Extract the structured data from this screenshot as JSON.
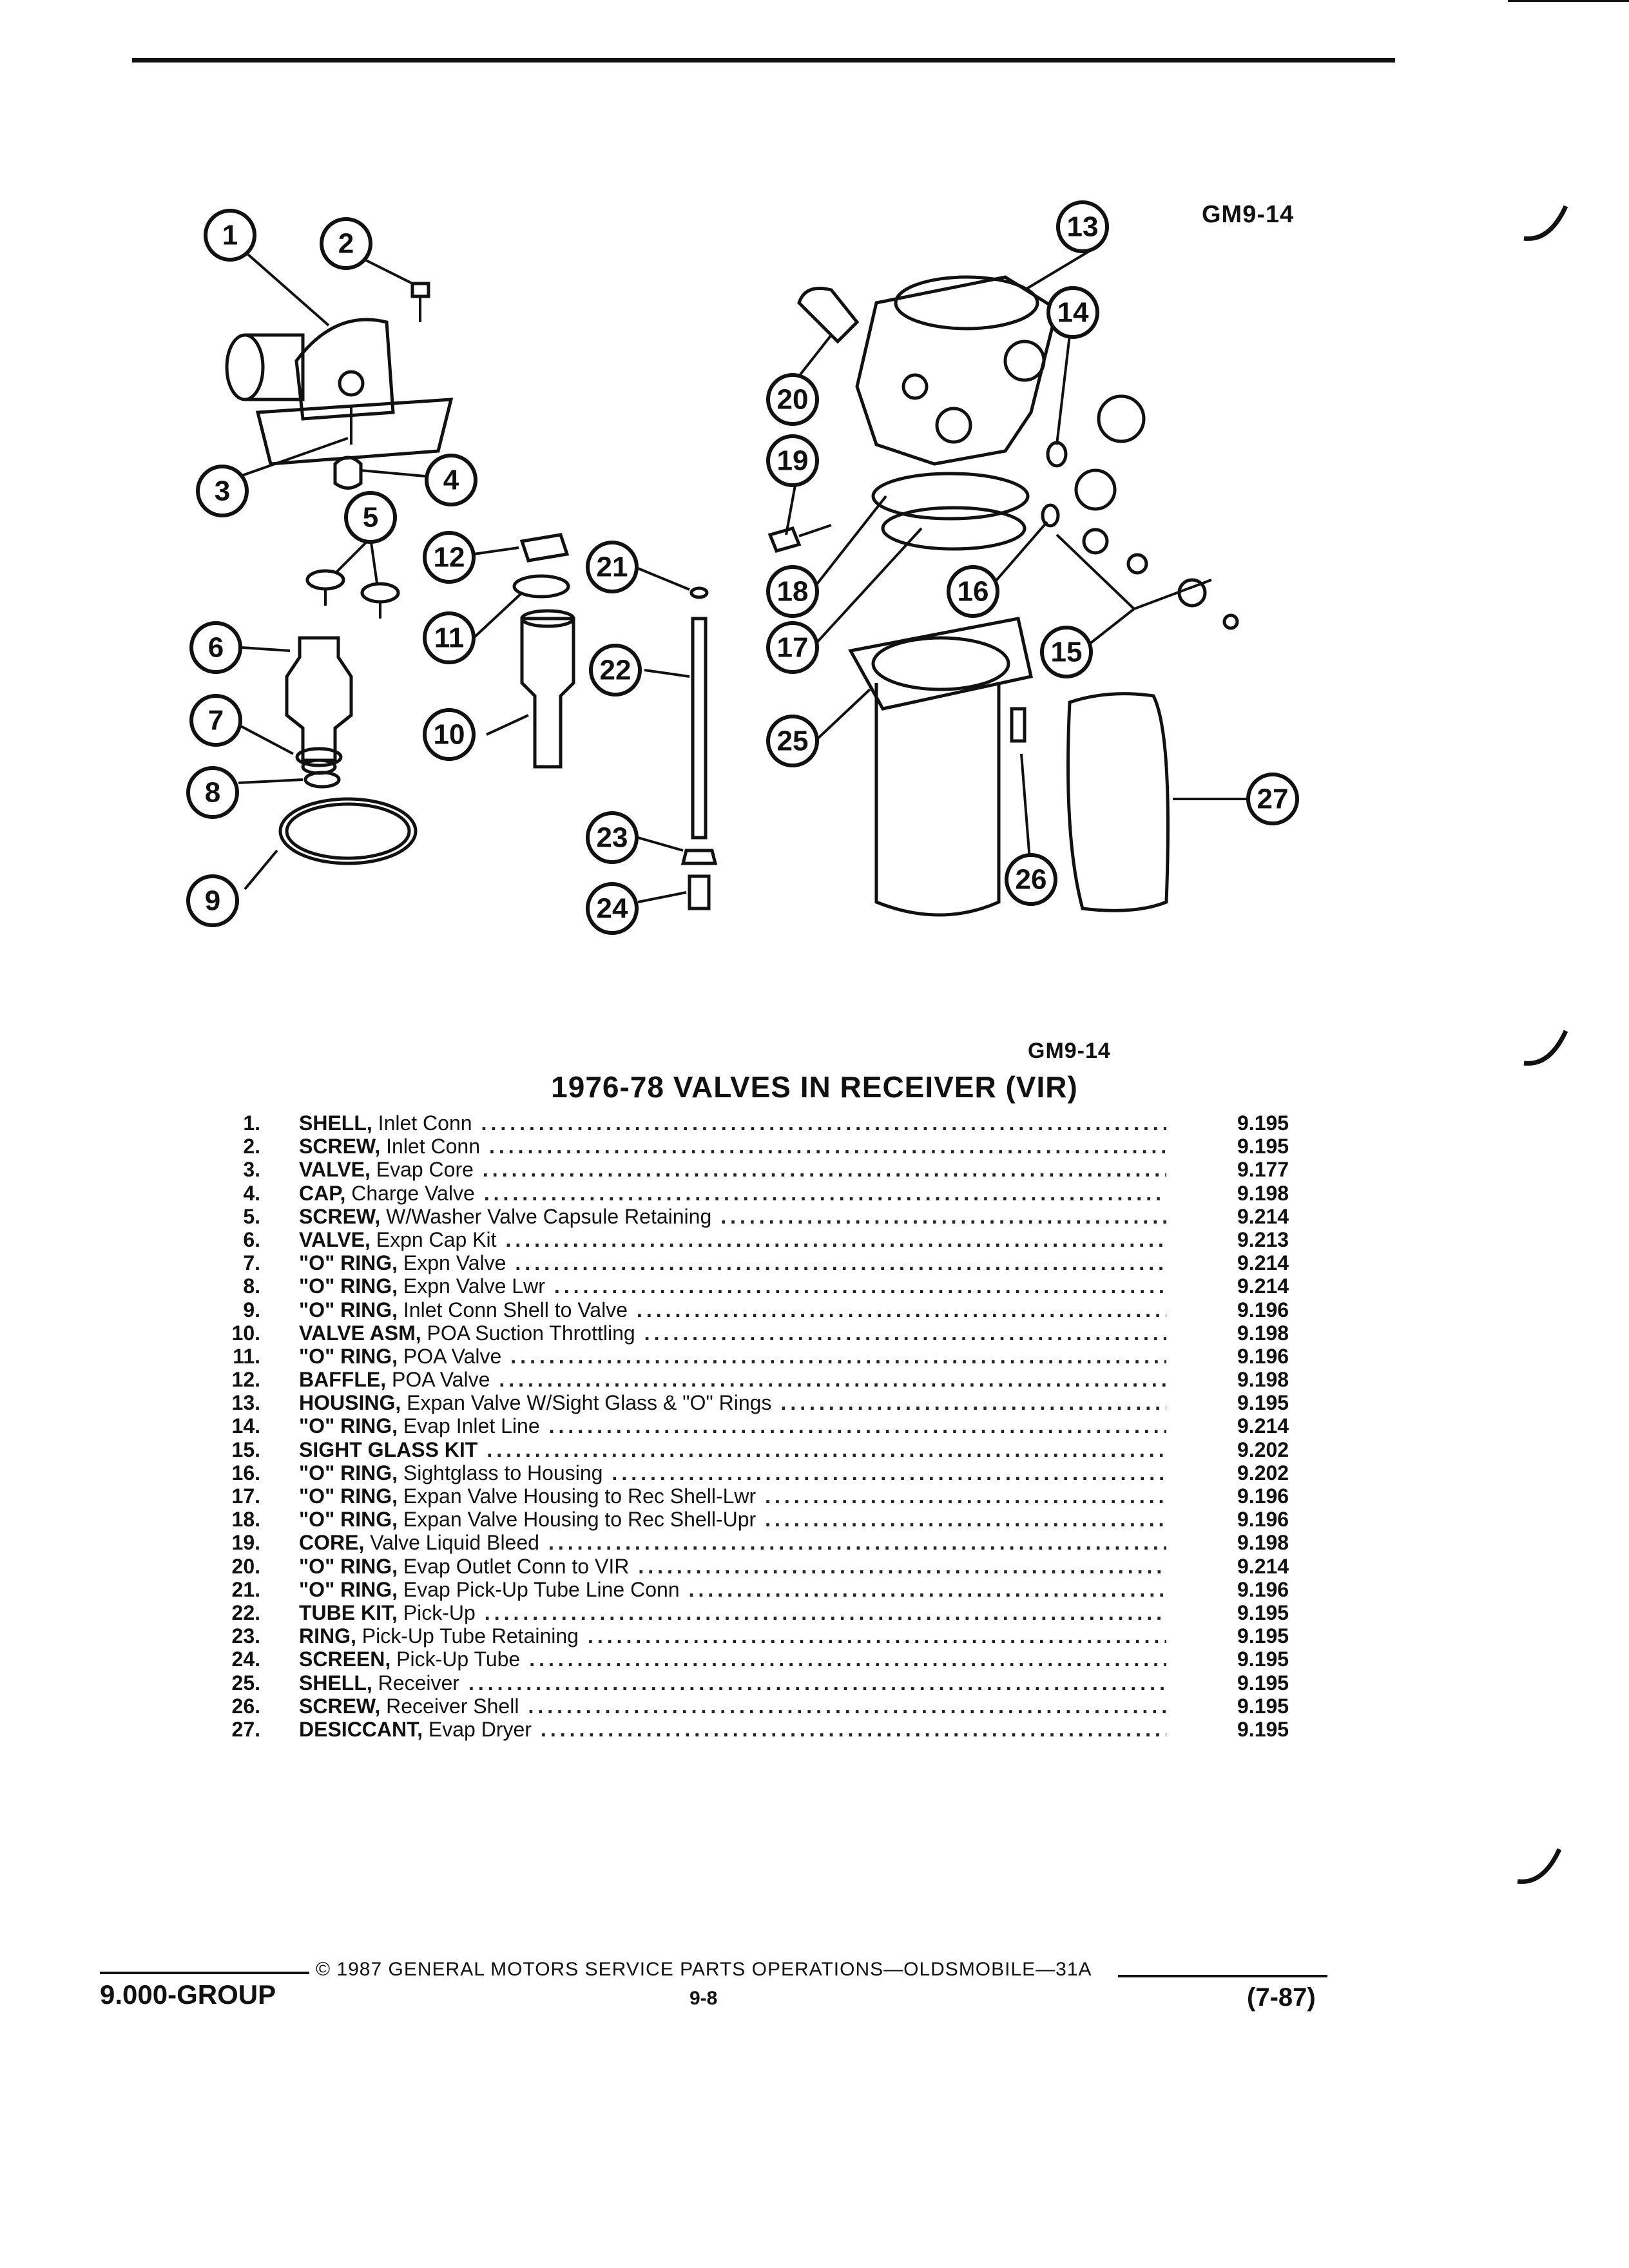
{
  "diagram": {
    "figure_code_top": "GM9-14",
    "figure_code_bottom": "GM9-14",
    "callouts": [
      "1",
      "2",
      "3",
      "4",
      "5",
      "6",
      "7",
      "8",
      "9",
      "10",
      "11",
      "12",
      "13",
      "14",
      "15",
      "16",
      "17",
      "18",
      "19",
      "20",
      "21",
      "22",
      "23",
      "24",
      "25",
      "26",
      "27"
    ]
  },
  "parts_list": {
    "title": "1976-78 VALVES IN RECEIVER (VIR)",
    "items": [
      {
        "num": "1.",
        "name": "SHELL,",
        "desc": " Inlet Conn",
        "ref": "9.195"
      },
      {
        "num": "2.",
        "name": "SCREW,",
        "desc": " Inlet Conn",
        "ref": "9.195"
      },
      {
        "num": "3.",
        "name": "VALVE,",
        "desc": " Evap Core",
        "ref": "9.177"
      },
      {
        "num": "4.",
        "name": "CAP,",
        "desc": " Charge Valve",
        "ref": "9.198"
      },
      {
        "num": "5.",
        "name": "SCREW,",
        "desc": " W/Washer Valve Capsule Retaining",
        "ref": "9.214"
      },
      {
        "num": "6.",
        "name": "VALVE,",
        "desc": " Expn Cap Kit",
        "ref": "9.213"
      },
      {
        "num": "7.",
        "name": "\"O\" RING,",
        "desc": " Expn Valve",
        "ref": "9.214"
      },
      {
        "num": "8.",
        "name": "\"O\" RING,",
        "desc": " Expn Valve Lwr",
        "ref": "9.214"
      },
      {
        "num": "9.",
        "name": "\"O\" RING,",
        "desc": " Inlet Conn Shell to Valve",
        "ref": "9.196"
      },
      {
        "num": "10.",
        "name": "VALVE ASM,",
        "desc": " POA Suction Throttling",
        "ref": "9.198"
      },
      {
        "num": "11.",
        "name": "\"O\" RING,",
        "desc": " POA Valve",
        "ref": "9.196"
      },
      {
        "num": "12.",
        "name": "BAFFLE,",
        "desc": " POA Valve",
        "ref": "9.198"
      },
      {
        "num": "13.",
        "name": "HOUSING,",
        "desc": " Expan Valve W/Sight Glass & \"O\" Rings",
        "ref": "9.195"
      },
      {
        "num": "14.",
        "name": "\"O\" RING,",
        "desc": " Evap Inlet Line",
        "ref": "9.214"
      },
      {
        "num": "15.",
        "name": "SIGHT GLASS KIT",
        "desc": "",
        "ref": "9.202"
      },
      {
        "num": "16.",
        "name": "\"O\" RING,",
        "desc": " Sightglass to Housing",
        "ref": "9.202"
      },
      {
        "num": "17.",
        "name": "\"O\" RING,",
        "desc": " Expan Valve Housing to Rec Shell-Lwr",
        "ref": "9.196"
      },
      {
        "num": "18.",
        "name": "\"O\" RING,",
        "desc": " Expan Valve Housing to Rec Shell-Upr",
        "ref": "9.196"
      },
      {
        "num": "19.",
        "name": "CORE,",
        "desc": " Valve Liquid Bleed",
        "ref": "9.198"
      },
      {
        "num": "20.",
        "name": "\"O\" RING,",
        "desc": " Evap Outlet Conn to VIR",
        "ref": "9.214"
      },
      {
        "num": "21.",
        "name": "\"O\" RING,",
        "desc": " Evap Pick-Up Tube Line Conn",
        "ref": "9.196"
      },
      {
        "num": "22.",
        "name": "TUBE KIT,",
        "desc": " Pick-Up",
        "ref": "9.195"
      },
      {
        "num": "23.",
        "name": "RING,",
        "desc": " Pick-Up Tube Retaining",
        "ref": "9.195"
      },
      {
        "num": "24.",
        "name": "SCREEN,",
        "desc": " Pick-Up Tube",
        "ref": "9.195"
      },
      {
        "num": "25.",
        "name": "SHELL,",
        "desc": " Receiver",
        "ref": "9.195"
      },
      {
        "num": "26.",
        "name": "SCREW,",
        "desc": " Receiver Shell",
        "ref": "9.195"
      },
      {
        "num": "27.",
        "name": "DESICCANT,",
        "desc": " Evap Dryer",
        "ref": "9.195"
      }
    ]
  },
  "footer": {
    "group": "9.000-GROUP",
    "copyright": "© 1987 GENERAL MOTORS SERVICE PARTS OPERATIONS—OLDSMOBILE—31A",
    "page": "9-8",
    "date": "(7-87)"
  }
}
